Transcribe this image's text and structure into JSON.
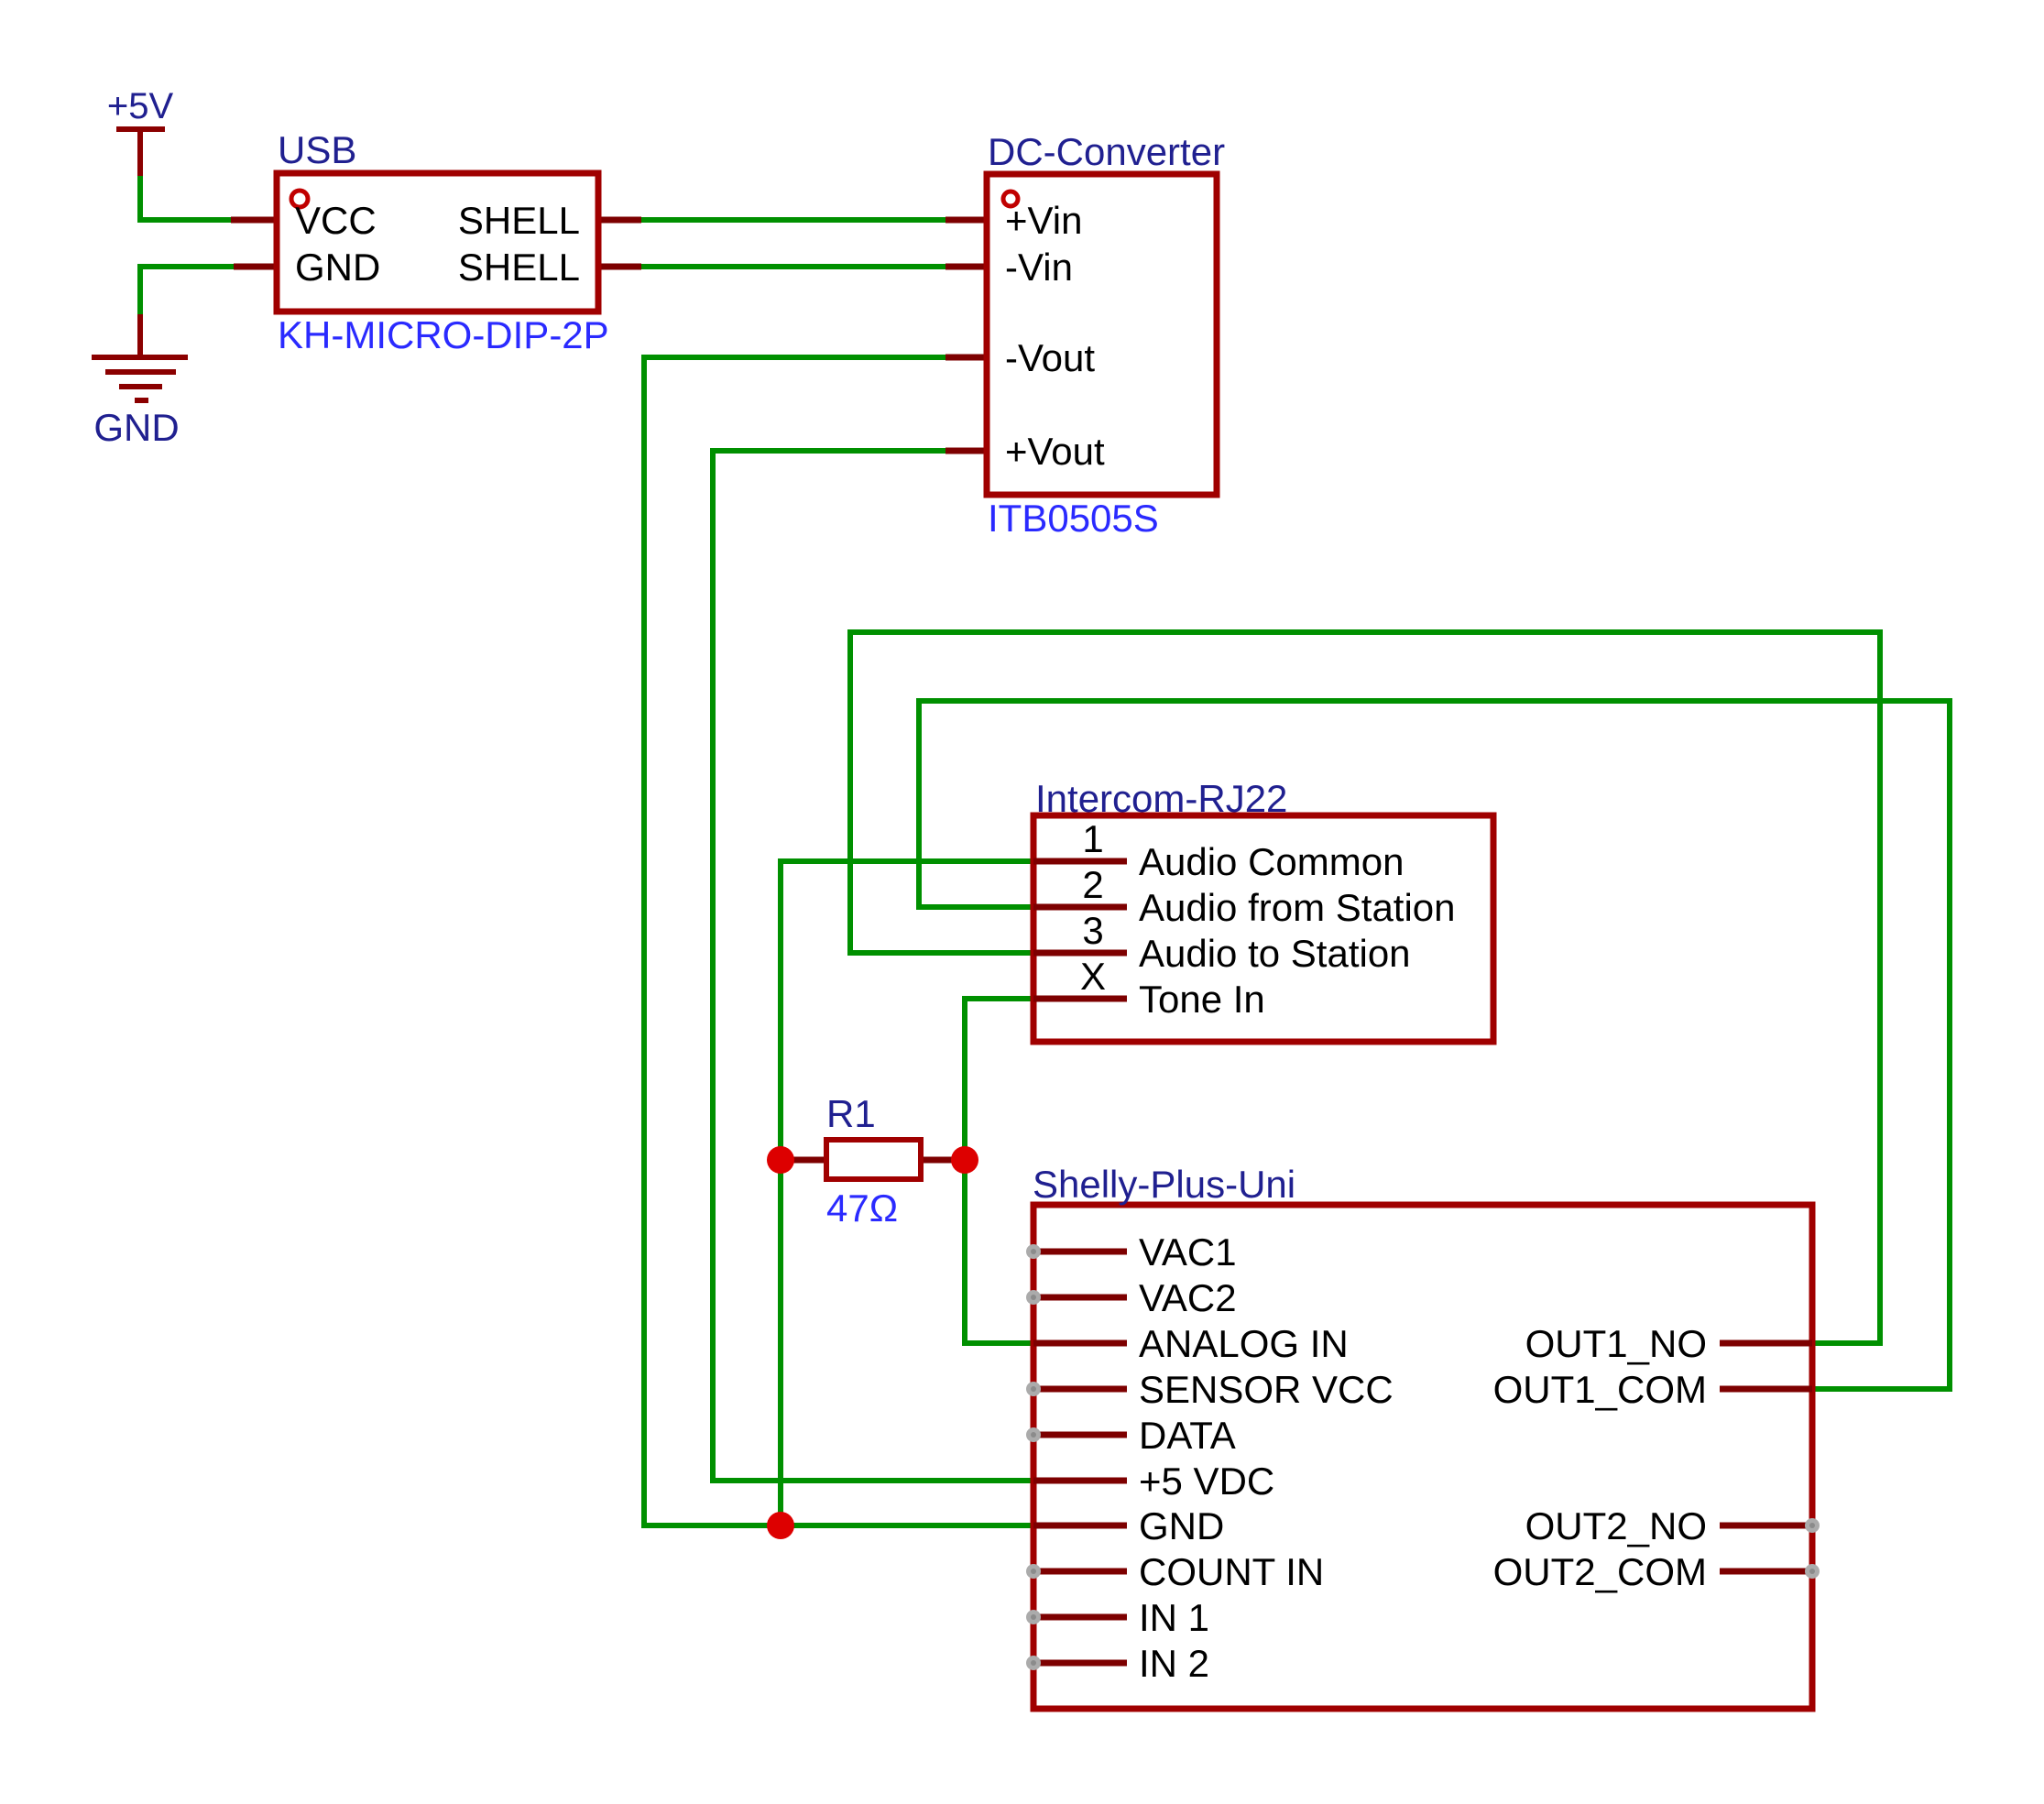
{
  "colors": {
    "wire_green": "#009000",
    "component_border": "#a00000",
    "pin_stub_dark_red": "#7d0000",
    "power_symbol_red": "#8b0000",
    "junction_dot_red": "#dd0000",
    "unconnected_pin_gray": "#ababab",
    "net_label_navy": "#202090",
    "part_label_blue": "#2a2aff",
    "pin_text_black": "#000000"
  },
  "power": {
    "supply_label": "+5V",
    "ground_label": "GND"
  },
  "usb": {
    "title": "USB",
    "part_number": "KH-MICRO-DIP-2P",
    "pins_left": [
      "VCC",
      "GND"
    ],
    "pins_right": [
      "SHELL",
      "SHELL"
    ]
  },
  "dc_converter": {
    "title": "DC-Converter",
    "part_number": "ITB0505S",
    "pins": [
      "+Vin",
      "-Vin",
      "-Vout",
      "+Vout"
    ]
  },
  "intercom": {
    "title": "Intercom-RJ22",
    "pin_numbers": [
      "1",
      "2",
      "3",
      "X"
    ],
    "pin_names": [
      "Audio Common",
      "Audio from Station",
      "Audio to Station",
      "Tone In"
    ]
  },
  "resistor": {
    "ref": "R1",
    "value": "47Ω"
  },
  "shelly": {
    "title": "Shelly-Plus-Uni",
    "left_pins": [
      "VAC1",
      "VAC2",
      "ANALOG IN",
      "SENSOR VCC",
      "DATA",
      "+5 VDC",
      "GND",
      "COUNT IN",
      "IN 1",
      "IN 2"
    ],
    "right_pins": [
      "OUT1_NO",
      "OUT1_COM",
      "OUT2_NO",
      "OUT2_COM"
    ]
  }
}
